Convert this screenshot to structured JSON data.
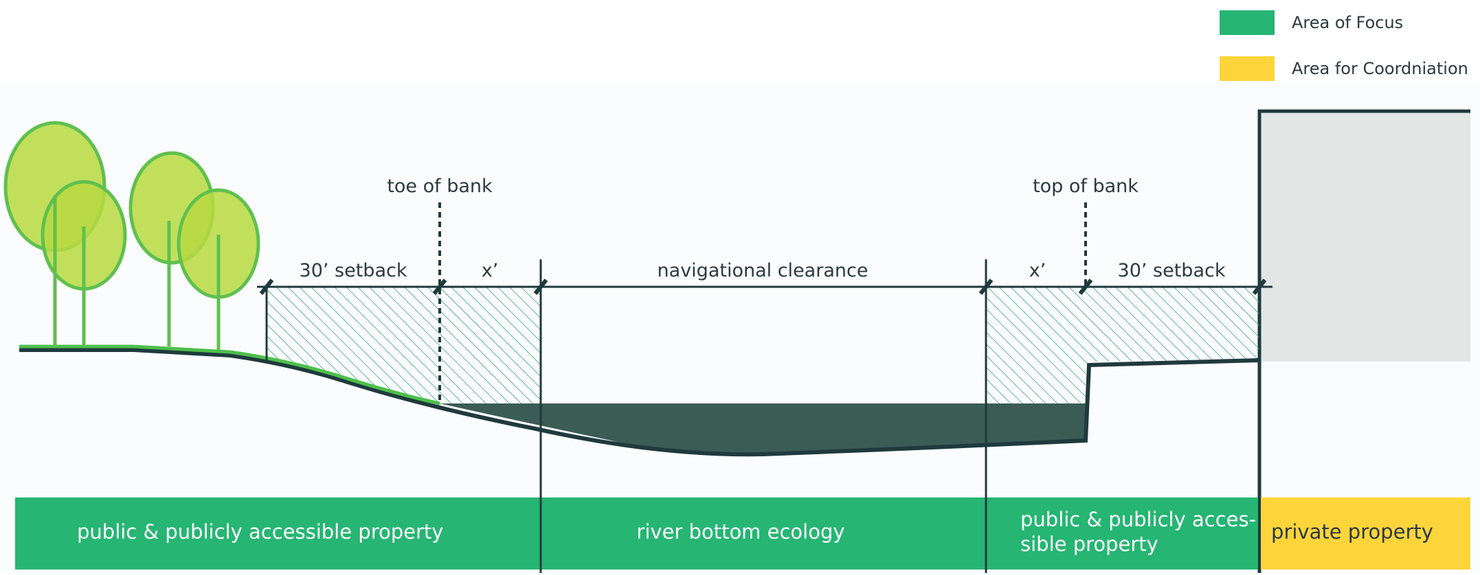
{
  "legend": [
    {
      "label": "Area of Focus",
      "color": "#26b573"
    },
    {
      "label": "Area for Coordniation",
      "color": "#fdd53b"
    }
  ],
  "markers": {
    "toe_of_bank": "toe of bank",
    "top_of_bank": "top of bank"
  },
  "dimensions": {
    "left_setback": "30’ setback",
    "left_x": "x’",
    "navigational_clearance": "navigational clearance",
    "right_x": "x’",
    "right_setback": "30’ setback"
  },
  "zones": {
    "left": {
      "label": "public & publicly accessible property",
      "color": "#26b573"
    },
    "middle": {
      "label": "river bottom ecology",
      "color": "#26b573"
    },
    "right": {
      "line1": "public & publicly acces-",
      "line2": "sible property",
      "color": "#26b573"
    },
    "private": {
      "label": "private property",
      "color": "#fdd53b"
    }
  },
  "colors": {
    "water": "#3b5c55",
    "ground_line": "#1f3a3e",
    "grass": "#4cbf4a",
    "tree_fill": "#b7d93f",
    "tree_stroke": "#5fc04f",
    "hatch": "#3aa57a",
    "building": "#e4e6e6"
  }
}
